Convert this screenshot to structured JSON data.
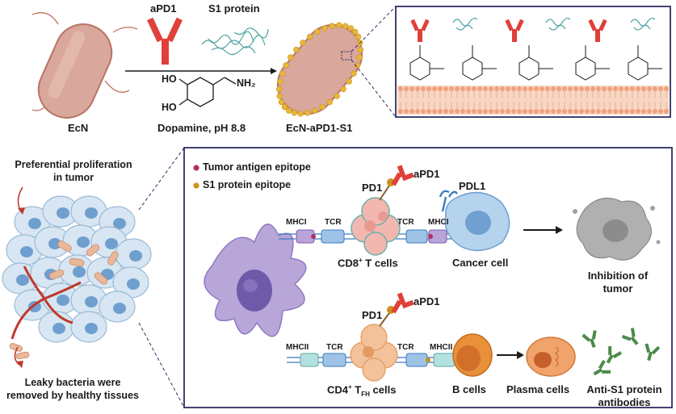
{
  "top": {
    "ecn_label": "EcN",
    "apd1_label": "aPD1",
    "s1_label": "S1 protein",
    "dopamine_label": "Dopamine, pH 8.8",
    "nh2_label": "NH₂",
    "ho1_label": "HO",
    "ho2_label": "HO",
    "product_label": "EcN-aPD1-S1"
  },
  "left": {
    "title_line1": "Preferential proliferation",
    "title_line2": "in tumor",
    "bottom_line1": "Leaky bacteria were",
    "bottom_line2": "removed by healthy tissues"
  },
  "legend": {
    "tumor_epitope": "Tumor antigen epitope",
    "s1_epitope": "S1 protein epitope"
  },
  "pathway1": {
    "pd1": "PD1",
    "apd1": "aPD1",
    "pdl1": "PDL1",
    "mhci_left": "MHCI",
    "tcr_left": "TCR",
    "tcr_right": "TCR",
    "mhci_right": "MHCI",
    "t_cells_main": "CD8",
    "t_cells_sup": "+",
    "t_cells_rest": " T cells",
    "cancer": "Cancer cell",
    "outcome_line1": "Inhibition of",
    "outcome_line2": "tumor"
  },
  "pathway2": {
    "pd1": "PD1",
    "apd1": "aPD1",
    "mhcii_left": "MHCII",
    "tcr_left": "TCR",
    "tcr_right": "TCR",
    "mhcii_right": "MHCII",
    "tfh_main": "CD4",
    "tfh_sup": "+",
    "tfh_mid": " T",
    "tfh_sub": "FH",
    "tfh_rest": " cells",
    "b_cells": "B cells",
    "plasma": "Plasma cells",
    "antibodies_line1": "Anti-S1 protein",
    "antibodies_line2": "antibodies"
  },
  "colors": {
    "bacteria_fill": "#d9a79b",
    "antibody_red": "#e0403a",
    "gold_bead": "#e8b73a",
    "tcell_pink": "#f2b8b0",
    "cancer_blue": "#7eb0d9",
    "dc_purple": "#b8a6d9",
    "tfh_orange": "#f3c19a",
    "bcell_orange": "#e8903a",
    "antibody_green": "#4c8a4a",
    "box_border": "#2d2f63"
  }
}
